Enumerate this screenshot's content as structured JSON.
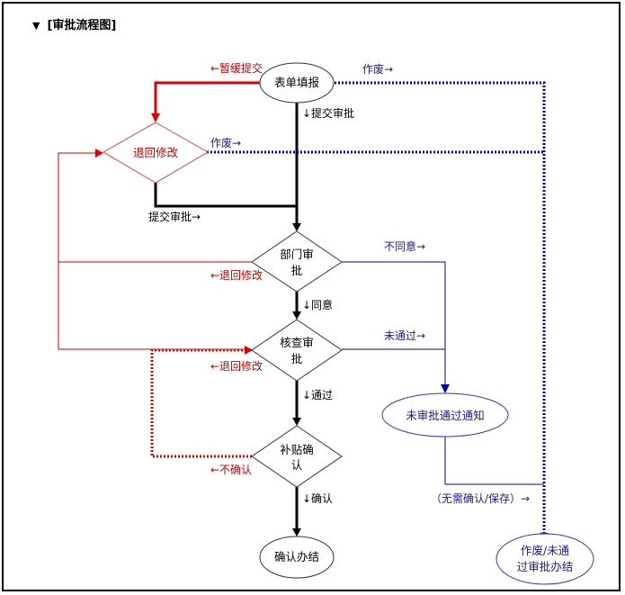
{
  "header": {
    "collapse_icon": "triangle-down-icon",
    "title": "[审批流程图]"
  },
  "colors": {
    "main_flow": "#000000",
    "return_flow": "#d40000",
    "void_flow": "#0000cc",
    "reject_flow": "#0000a0",
    "node_border": "#333333",
    "blue_node_border": "#3333cc",
    "blue_text": "#1a1a8c",
    "red_text": "#c00000"
  },
  "nodes": {
    "fill_form": "表单填报",
    "return_modify": "退回修改",
    "dept_approval": [
      "部门审",
      "批"
    ],
    "verify_approval": [
      "核查审",
      "批"
    ],
    "subsidy_confirm": [
      "补贴确",
      "认"
    ],
    "confirm_complete": "确认办结",
    "reject_notice": "未审批通过通知",
    "void_complete": [
      "作废/未通",
      "过审批办结"
    ]
  },
  "edge_labels": {
    "suspend_submit": "←暂缓提交",
    "void_from_form": "作废→",
    "submit_from_form": "↓提交审批",
    "void_from_return": "作废→",
    "submit_from_return": "提交审批→",
    "dept_disagree": "不同意→",
    "dept_return": "←退回修改",
    "dept_agree": "↓同意",
    "verify_fail": "未通过→",
    "verify_return": "←退回修改",
    "verify_pass": "↓通过",
    "subsidy_not_confirm": "←不确认",
    "subsidy_confirm": "↓确认",
    "no_confirm_save": "（无需确认/保存）→"
  }
}
